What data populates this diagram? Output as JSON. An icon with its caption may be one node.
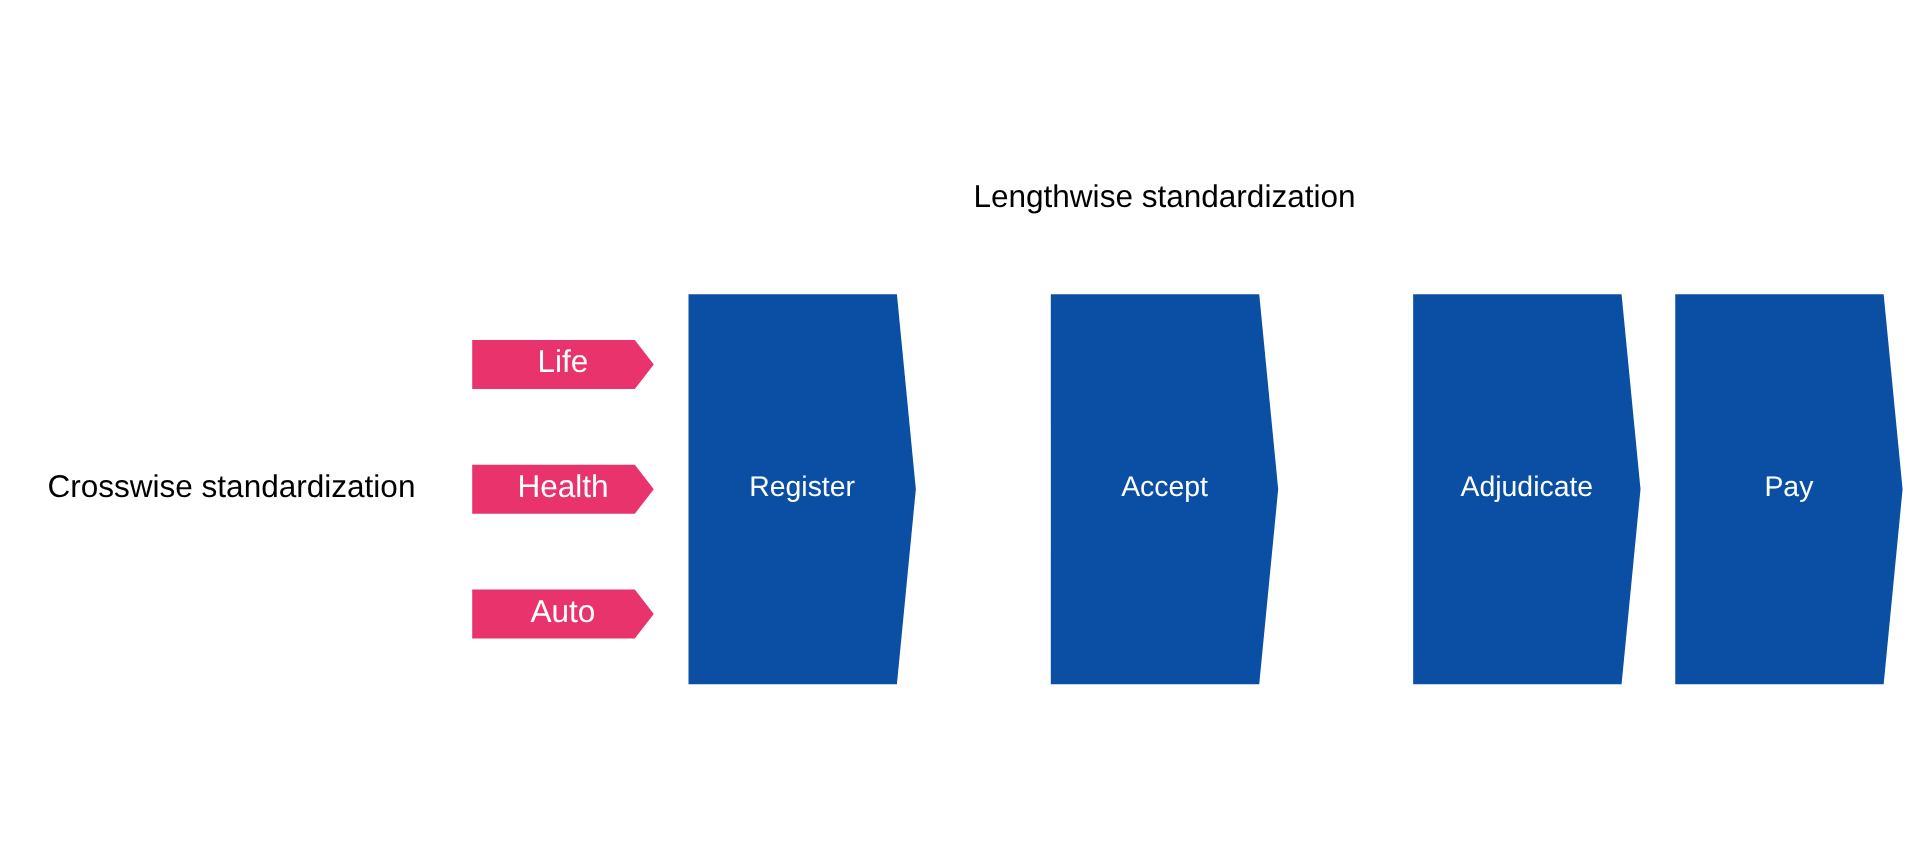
{
  "diagram": {
    "nodes": [
      {
        "text": [
          "Auto"
        ]
      },
      {
        "text": [
          "Health"
        ]
      },
      {
        "text": [
          "Life"
        ]
      },
      {
        "text": [
          "Register"
        ]
      },
      {
        "text": [
          "Accept"
        ]
      },
      {
        "text": [
          "Adjudicate"
        ]
      },
      {
        "text": [
          "Pay"
        ]
      }
    ],
    "edges": [],
    "labels": [
      "Lengthwise standardization",
      "Crosswise standardization"
    ]
  }
}
